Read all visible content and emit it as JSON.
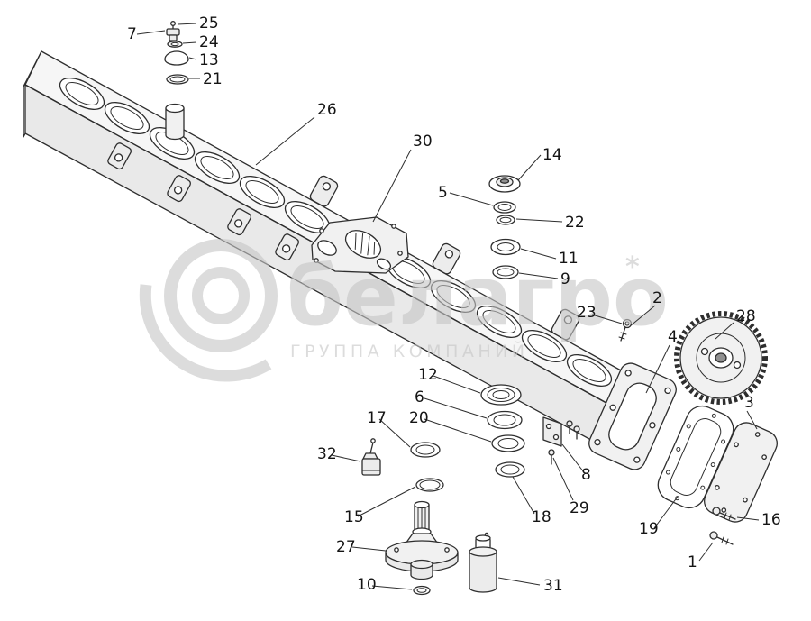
{
  "watermark": {
    "brand": "белагро",
    "subtitle": "ГРУППА КОМПАНИЙ",
    "mark": "*"
  },
  "callouts": {
    "p1": "1",
    "p2": "2",
    "p3": "3",
    "p4": "4",
    "p5": "5",
    "p6": "6",
    "p7": "7",
    "p8": "8",
    "p9": "9",
    "p10": "10",
    "p11": "11",
    "p12": "12",
    "p13": "13",
    "p14": "14",
    "p15": "15",
    "p16": "16",
    "p17": "17",
    "p18": "18",
    "p19": "19",
    "p20": "20",
    "p21": "21",
    "p22": "22",
    "p23": "23",
    "p24": "24",
    "p25": "25",
    "p26": "26",
    "p27": "27",
    "p28": "28",
    "p29": "29",
    "p30": "30",
    "p31": "31",
    "p32": "32"
  },
  "colors": {
    "line": "#2e2e2e",
    "watermark": "#c6c6c6",
    "face_top": "#f6f6f6",
    "face_front": "#e9e9e9",
    "face_part": "#f1f1f1"
  }
}
